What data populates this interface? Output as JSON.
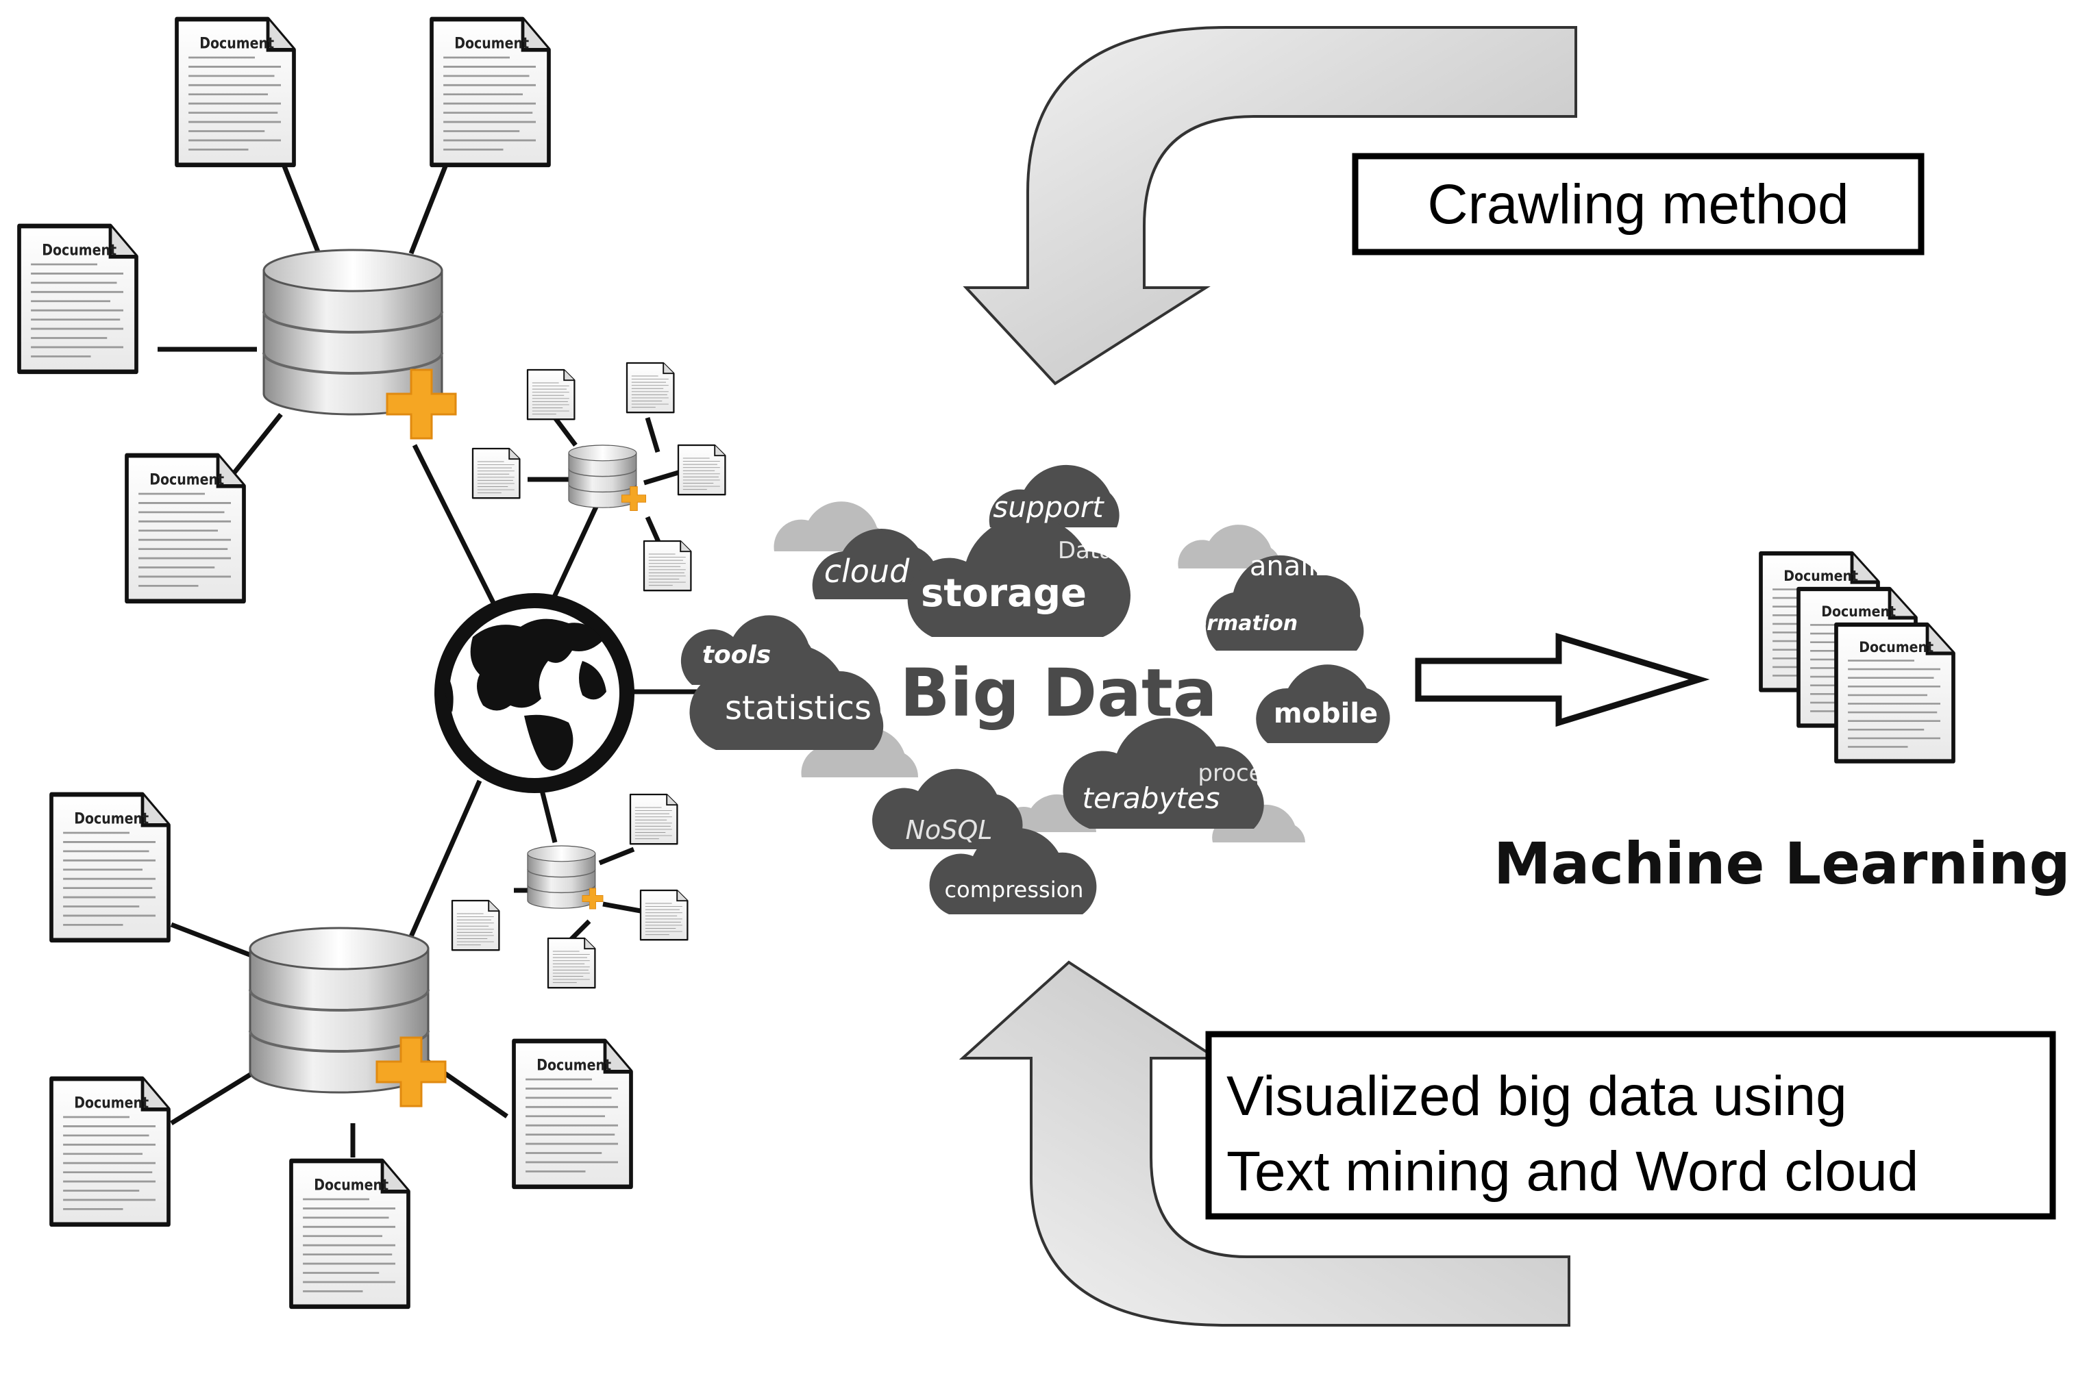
{
  "labels": {
    "crawling": "Crawling method",
    "visualized_line1": "Visualized big data using",
    "visualized_line2": "Text mining and Word cloud",
    "machine_learning": "Machine Learning"
  },
  "word_cloud": {
    "center": "Big Data",
    "words": {
      "support": "support",
      "database": "Database",
      "cloud": "cloud",
      "storage": "storage",
      "analize": "analize",
      "information": "information",
      "tools": "tools",
      "statistics": "statistics",
      "mobile": "mobile",
      "processing": "processing",
      "terabytes": "terabytes",
      "nosql": "NoSQL",
      "compression": "compression"
    }
  },
  "document_title": "Document",
  "colors": {
    "arrow_fill": "#d4d4d4",
    "cloud_dark": "#4e4e4e",
    "cloud_light": "#bcbcbc",
    "plus_orange": "#f5a623"
  },
  "icons": {
    "globe": "globe-icon",
    "database": "database-icon",
    "document": "document-icon",
    "plus": "plus-icon"
  }
}
